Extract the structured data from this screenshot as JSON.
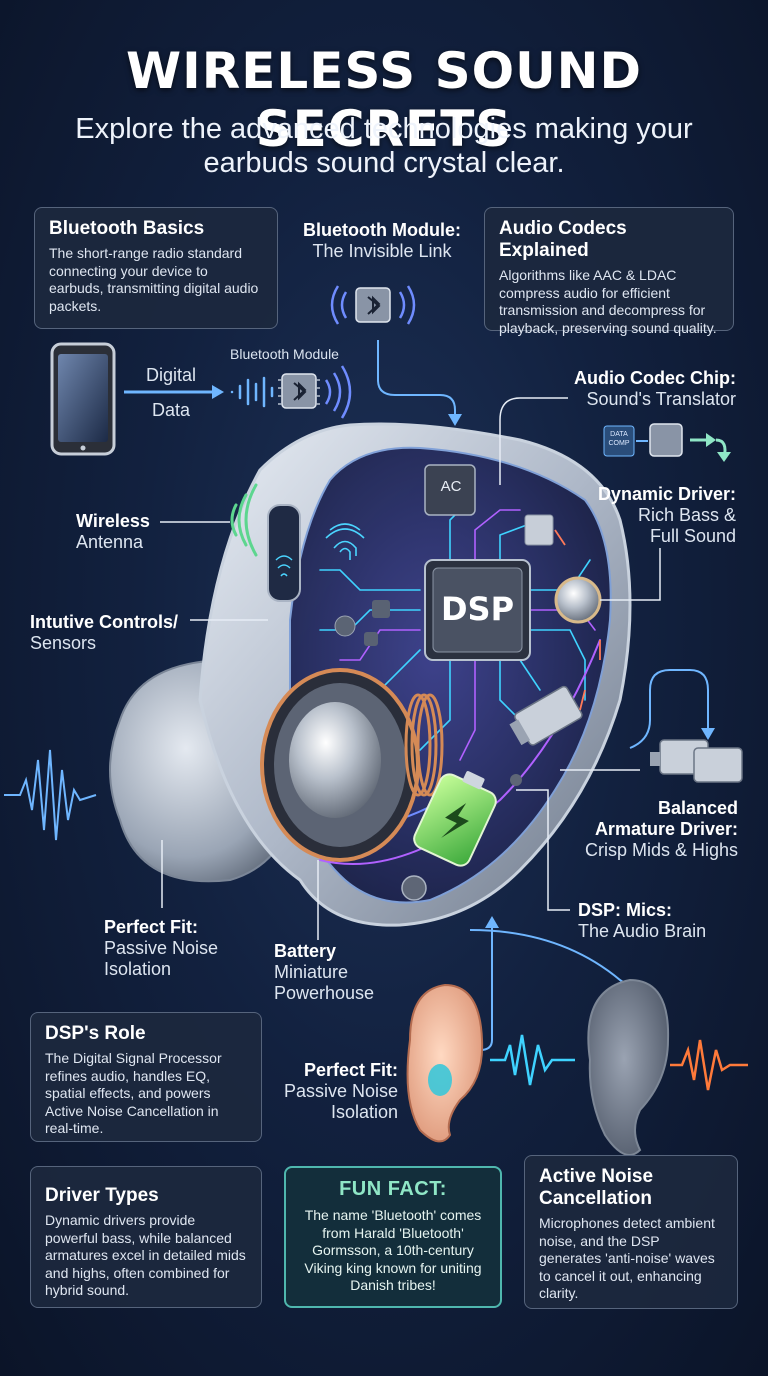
{
  "title": "WIRELESS SOUND SECRETS",
  "subtitle": "Explore the advanced technologies making your earbuds sound crystal clear.",
  "cards": {
    "bluetooth_basics": {
      "title": "Bluetooth Basics",
      "body": "The short-range radio standard connecting your device to earbuds, transmitting digital audio packets."
    },
    "audio_codecs": {
      "title": "Audio Codecs Explained",
      "body": "Algorithms like AAC & LDAC compress audio for efficient transmission and decompress for playback, preserving sound quality."
    },
    "dsp_role": {
      "title": "DSP's Role",
      "body": "The Digital Signal Processor refines audio, handles EQ, spatial effects, and powers Active Noise Cancellation in real-time."
    },
    "driver_types": {
      "title": "Driver Types",
      "body": "Dynamic drivers provide powerful bass, while balanced armatures excel in detailed mids and highs, often combined for hybrid sound."
    },
    "fun_fact": {
      "title": "FUN FACT:",
      "body": "The name 'Bluetooth' comes from Harald 'Bluetooth' Gormsson, a 10th-century Viking king known for uniting Danish tribes!"
    },
    "anc": {
      "title": "Active Noise Cancellation",
      "body": "Microphones detect ambient noise, and the DSP generates 'anti-noise' waves to cancel it out, enhancing clarity."
    }
  },
  "labels": {
    "bt_module_top": {
      "line1": "Bluetooth Module:",
      "line2": "The Invisible Link"
    },
    "bt_module_small": "Bluetooth Module",
    "digital_data": {
      "line1": "Digital",
      "line2": "Data"
    },
    "codec_chip": {
      "line1": "Audio Codec Chip:",
      "line2": "Sound's Translator"
    },
    "codec_tag_top": "DATA",
    "codec_tag_bottom": "COMP",
    "wireless_antenna": {
      "line1": "Wireless",
      "line2": "Antenna"
    },
    "dynamic_driver": {
      "line1": "Dynamic Driver:",
      "line2": "Rich Bass &",
      "line3": "Full Sound"
    },
    "controls": {
      "line1": "Intutive Controls/",
      "line2": "Sensors"
    },
    "chip_ac": "AC",
    "chip_dsp": "DSP",
    "balanced_armature": {
      "line1": "Balanced",
      "line2": "Armature Driver:",
      "line3": "Crisp Mids & Highs"
    },
    "dsp_mics": {
      "line1": "DSP: Mics:",
      "line2": "The Audio Brain"
    },
    "perfect_fit_1": {
      "line1": "Perfect Fit:",
      "line2": "Passive Noise",
      "line3": "Isolation"
    },
    "battery": {
      "line1": "Battery",
      "line2": "Miniature",
      "line3": "Powerhouse"
    },
    "perfect_fit_2": {
      "line1": "Perfect Fit:",
      "line2": "Passive Noise",
      "line3": "Isolation"
    }
  },
  "colors": {
    "accent_blue": "#6fb6ff",
    "accent_green": "#8fe6c6",
    "accent_orange": "#ff8a4c",
    "circuit_cyan": "#3fd3ff",
    "circuit_purple": "#b061ff"
  },
  "icons": [
    "phone-icon",
    "bluetooth-chip-icon",
    "signal-wave-icon",
    "antenna-wave-icon",
    "fingerprint-icon",
    "battery-icon",
    "ear-icon",
    "sound-wave-icon",
    "arrow-icon"
  ]
}
